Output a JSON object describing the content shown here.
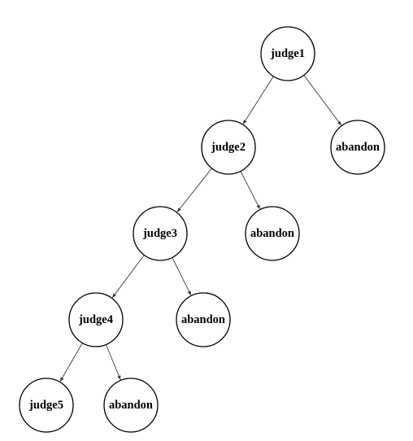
{
  "diagram": {
    "type": "tree",
    "nodes": [
      {
        "id": "n1",
        "label": "judge1"
      },
      {
        "id": "n2",
        "label": "judge2"
      },
      {
        "id": "n3",
        "label": "abandon"
      },
      {
        "id": "n4",
        "label": "judge3"
      },
      {
        "id": "n5",
        "label": "abandon"
      },
      {
        "id": "n6",
        "label": "judge4"
      },
      {
        "id": "n7",
        "label": "abandon"
      },
      {
        "id": "n8",
        "label": "judge5"
      },
      {
        "id": "n9",
        "label": "abandon"
      }
    ],
    "edges": [
      {
        "from": "n1",
        "to": "n2"
      },
      {
        "from": "n1",
        "to": "n3"
      },
      {
        "from": "n2",
        "to": "n4"
      },
      {
        "from": "n2",
        "to": "n5"
      },
      {
        "from": "n4",
        "to": "n6"
      },
      {
        "from": "n4",
        "to": "n7"
      },
      {
        "from": "n6",
        "to": "n8"
      },
      {
        "from": "n6",
        "to": "n9"
      }
    ],
    "colors": {
      "node_stroke": "#000000",
      "edge_stroke": "#3a3a3a",
      "background": "#ffffff"
    }
  }
}
